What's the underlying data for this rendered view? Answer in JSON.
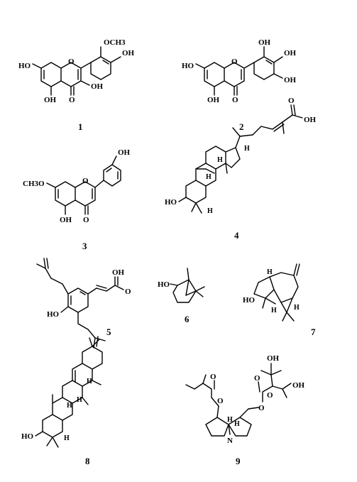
{
  "compounds": [
    {
      "number": "1",
      "labels": [
        "OCH3",
        "OH",
        "HO",
        "O",
        "OH",
        "OH",
        "O"
      ]
    },
    {
      "number": "2",
      "labels": [
        "OH",
        "OH",
        "OH",
        "HO",
        "O",
        "OH",
        "O"
      ]
    },
    {
      "number": "3",
      "labels": [
        "OH",
        "CH3O",
        "O",
        "OH",
        "O"
      ]
    },
    {
      "number": "4",
      "labels": [
        "OH",
        "O",
        "H",
        "H",
        "H",
        "HO",
        "H"
      ]
    },
    {
      "number": "5",
      "labels": [
        "OH",
        "O",
        "HO"
      ]
    },
    {
      "number": "6",
      "labels": [
        "HO"
      ]
    },
    {
      "number": "7",
      "labels": [
        "H",
        "HO",
        "H",
        "H"
      ]
    },
    {
      "number": "8",
      "labels": [
        "H",
        "H",
        "H",
        "HO",
        "H"
      ]
    },
    {
      "number": "9",
      "labels": [
        "OH",
        "O",
        "O",
        "OH",
        "O",
        "O",
        "O",
        "N",
        "H",
        "H"
      ]
    }
  ]
}
